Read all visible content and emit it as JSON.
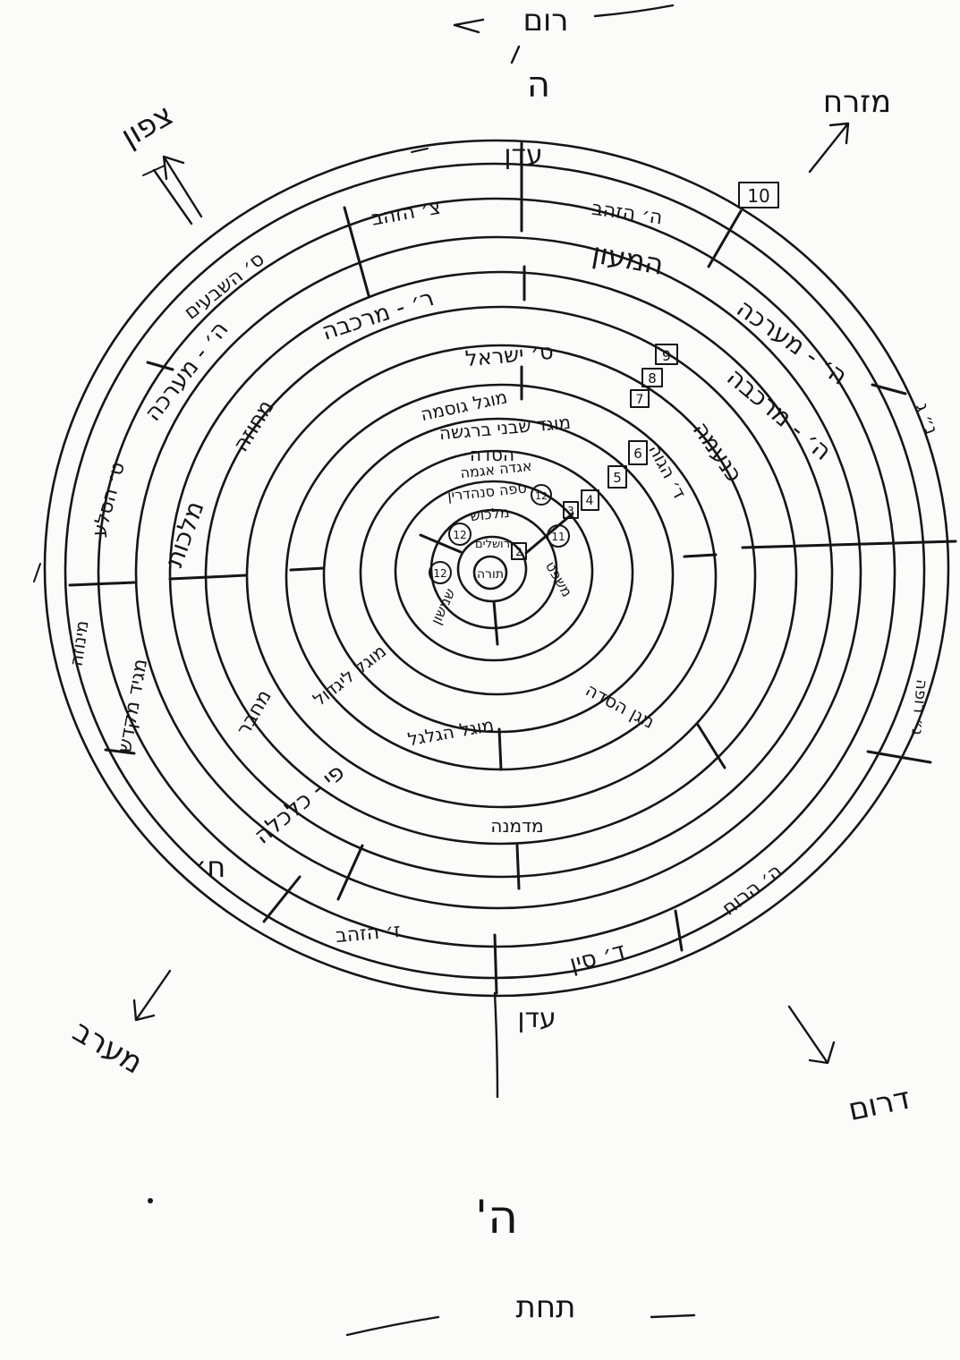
{
  "image": {
    "background": "#fbfbf9",
    "ink": "#151515"
  },
  "directions": {
    "top": {
      "word": "רום",
      "letter": "ה"
    },
    "east": {
      "word": "מזרח"
    },
    "north": {
      "word": "צפון"
    },
    "west": {
      "word": "מערב"
    },
    "south": {
      "word": "דרום"
    },
    "bottom": {
      "word": "תחת",
      "letter": "ה'"
    }
  },
  "outer_ring": {
    "eden_top": "עדן",
    "eden_bottom": "עדן",
    "right_top": "נ״ ג",
    "right_bottom": "נ״ רופה"
  },
  "ring_labels": {
    "r2_top_right": "ה׳ הזהב",
    "r2_top_left": "צ׳ הזהב",
    "r2_left": "ס׳ השבעים",
    "r2_left_lower": "ט׳ הסלע",
    "r2_bottom_left": "ז׳ הזהב",
    "r2_bottom_right": "ה׳ הרוח",
    "r2_bottom_mid": "ח׳",
    "r3_top": "המעון",
    "r3_right": "ה׳ - מערכה",
    "r3_left": "ה׳ - מערכה",
    "r3_bottom": "ד׳ סין",
    "r4_top": "ר׳ - מרכבה",
    "r4_left": "מחוזה",
    "r4_right": "ה׳ - מרכבה",
    "r4_bottom": "פי - כלכלה",
    "r5_top": "ס׳ ישראל",
    "r5_left": "מגיד מקדש",
    "r5_right": "כנעמה",
    "r5_bottom": "מחבר",
    "r6_top": "מוגל גוסמה",
    "r6_right": "ד׳ הגוה",
    "r6_bottom": "מוגל הגלגל",
    "r7_top": "מוגד שבני ברגשה",
    "r7_left": "מוגל ליגדול",
    "r7_bottom": "מגן הסדה",
    "r8_top": "הסדה",
    "r8_bottom": "מדמנה",
    "r9_top": "אגדה אגמה",
    "r9_mid": "ספה סנהדרין",
    "r10_top": "מלכוש",
    "r10_right": "משפט",
    "r10_left": "שמשון",
    "r11_center": "ירושלים",
    "core": "תורה",
    "left_extra": "מינוזה",
    "left_extra2": "מלכות"
  },
  "numbered_boxes": [
    "10",
    "9",
    "8",
    "7",
    "6",
    "5",
    "4",
    "3",
    "2",
    "12",
    "12",
    "11",
    "12"
  ]
}
